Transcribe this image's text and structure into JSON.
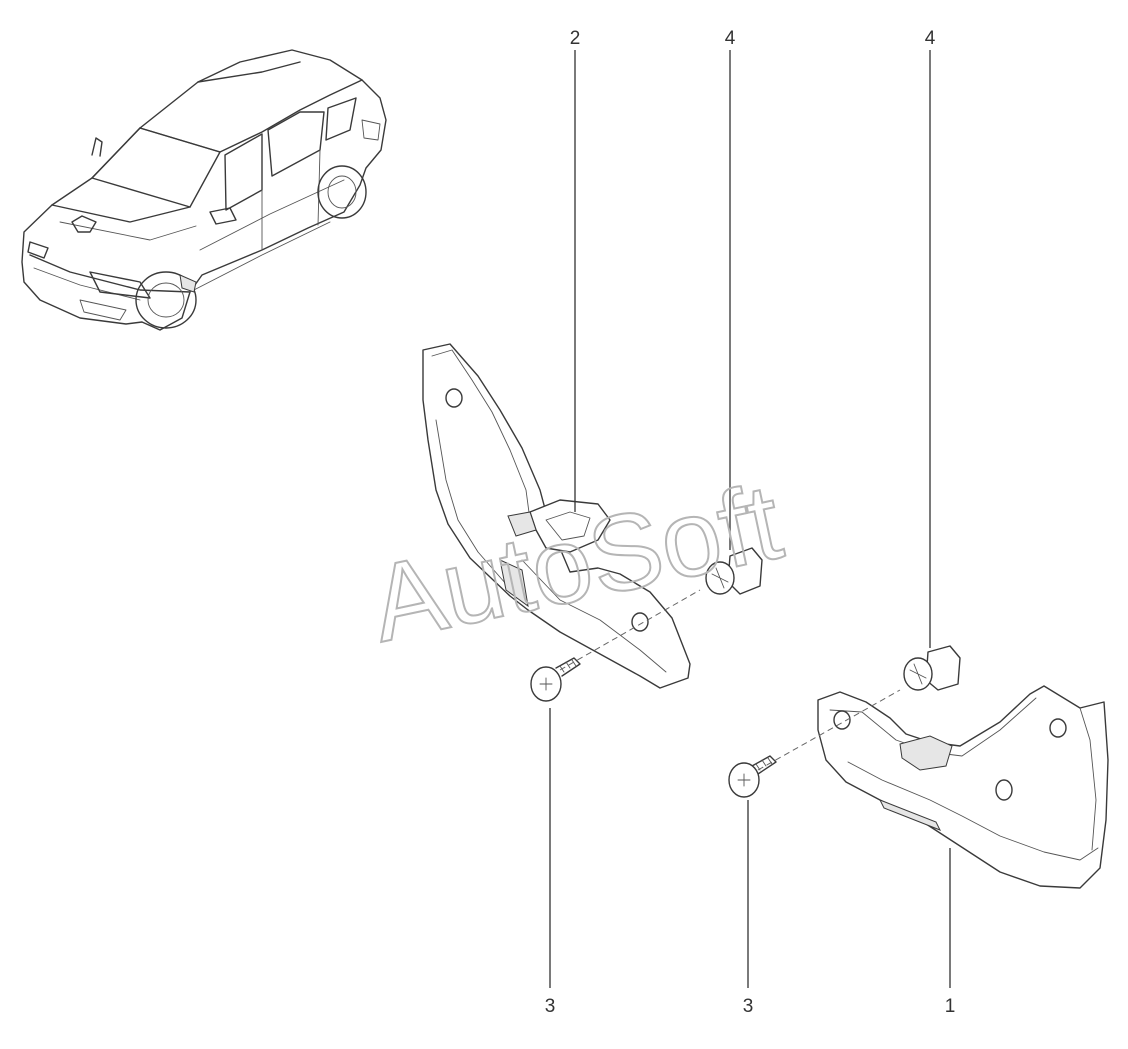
{
  "callouts": [
    {
      "id": "c2",
      "label": "2"
    },
    {
      "id": "c4a",
      "label": "4"
    },
    {
      "id": "c4b",
      "label": "4"
    },
    {
      "id": "c3a",
      "label": "3"
    },
    {
      "id": "c3b",
      "label": "3"
    },
    {
      "id": "c1",
      "label": "1"
    }
  ],
  "watermark": "AutoSoft",
  "colors": {
    "line": "#3a3a3a",
    "watermark": "#b5b5b5",
    "background": "#ffffff"
  }
}
